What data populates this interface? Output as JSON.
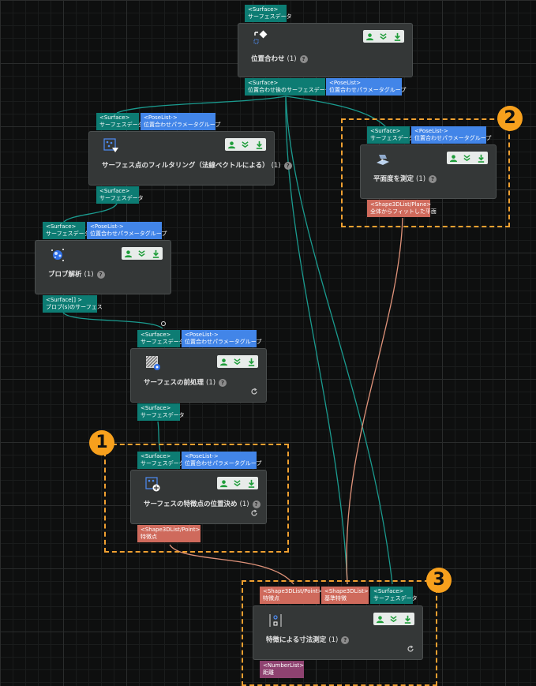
{
  "nodes": {
    "align": {
      "title": "位置合わせ",
      "count": "(1)",
      "in_port": {
        "type": "<Surface>",
        "label": "サーフェスデータ"
      },
      "out_ports": [
        {
          "type": "<Surface>",
          "label": "位置合わせ後のサーフェスデータ"
        },
        {
          "type": "<PoseList>",
          "label": "位置合わせパラメータグループ"
        }
      ]
    },
    "filter": {
      "title": "サーフェス点のフィルタリング（法線ベクトルによる）",
      "count": "(1)",
      "in_ports": [
        {
          "type": "<Surface>",
          "label": "サーフェスデータ"
        },
        {
          "type": "<PoseList->",
          "label": "位置合わせパラメータグループ"
        }
      ],
      "out_port": {
        "type": "<Surface>",
        "label": "サーフェスデータ"
      }
    },
    "blob": {
      "title": "ブロブ解析",
      "count": "(1)",
      "in_ports": [
        {
          "type": "<Surface>",
          "label": "サーフェスデータ"
        },
        {
          "type": "<PoseList->",
          "label": "位置合わせパラメータグループ"
        }
      ],
      "out_port": {
        "type": "<Surface[] >",
        "label": "ブロブ(s)のサーフェス"
      }
    },
    "preprocess": {
      "title": "サーフェスの前処理",
      "count": "(1)",
      "in_ports": [
        {
          "type": "<Surface>",
          "label": "サーフェスデータ"
        },
        {
          "type": "<PoseList->",
          "label": "位置合わせパラメータグループ"
        }
      ],
      "out_port": {
        "type": "<Surface>",
        "label": "サーフェスデータ"
      }
    },
    "feature": {
      "title": "サーフェスの特徴点の位置決め",
      "count": "(1)",
      "in_ports": [
        {
          "type": "<Surface>",
          "label": "サーフェスデータ"
        },
        {
          "type": "<PoseList->",
          "label": "位置合わせパラメータグループ"
        }
      ],
      "out_port": {
        "type": "<Shape3DList/Point>",
        "label": "特徴点"
      }
    },
    "flatness": {
      "title": "平面度を測定",
      "count": "(1)",
      "in_ports": [
        {
          "type": "<Surface>",
          "label": "サーフェスデータ"
        },
        {
          "type": "<PoseList->",
          "label": "位置合わせパラメータグループ"
        }
      ],
      "out_port": {
        "type": "<Shape3DList/Plane>",
        "label": "全体からフィットした平面"
      }
    },
    "measure": {
      "title": "特徴による寸法測定",
      "count": "(1)",
      "in_ports": [
        {
          "type": "<Shape3DList/Point>",
          "label": "特徴点"
        },
        {
          "type": "<Shape3DList>",
          "label": "基準特徴"
        },
        {
          "type": "<Surface>",
          "label": "サーフェスデータ"
        }
      ],
      "out_port": {
        "type": "<NumberList>",
        "label": "距離"
      }
    }
  },
  "help_glyph": "?",
  "badges": [
    "1",
    "2",
    "3"
  ],
  "colors": {
    "teal_port": "#0d7c73",
    "blue_port": "#4285e8",
    "red_port": "#cf6a5c",
    "purple_port": "#8e4270",
    "teal_wire": "#1a9b8f",
    "orange_wire": "#e0937a",
    "highlight": "#f0a030",
    "badge": "#f7a01d",
    "icon_green": "#1f9d3a"
  },
  "icons": {
    "control": [
      "eye-icon",
      "collapse-chevrons-icon",
      "download-arrow-icon"
    ],
    "refresh": "refresh-icon"
  }
}
